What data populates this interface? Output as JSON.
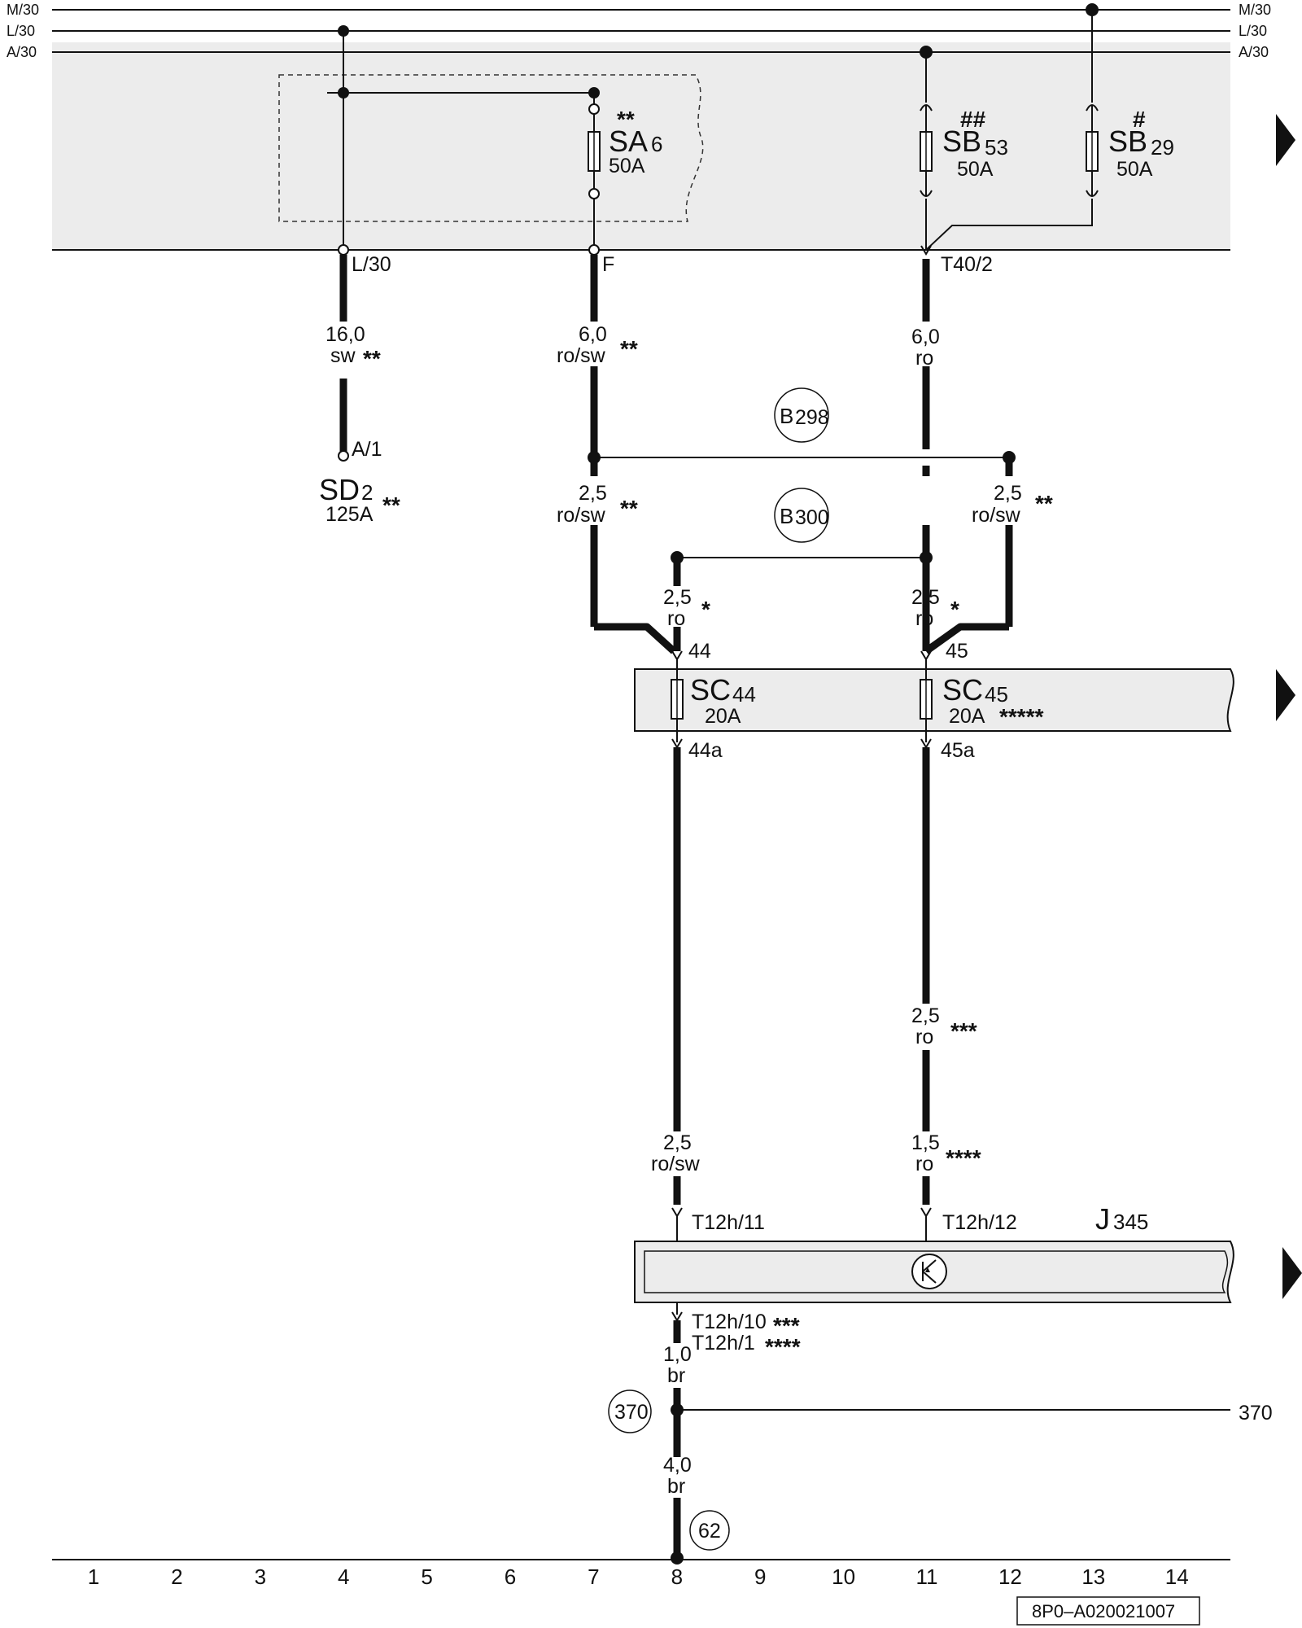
{
  "rails": {
    "m30": "M/30",
    "l30": "L/30",
    "a30": "A/30"
  },
  "fuses": {
    "sa6": {
      "code": "SA",
      "num": "6",
      "rating": "50A",
      "note": "**"
    },
    "sb53": {
      "code": "SB",
      "num": "53",
      "rating": "50A",
      "note": "##"
    },
    "sb29": {
      "code": "SB",
      "num": "29",
      "rating": "50A",
      "note": "#"
    },
    "sd2": {
      "code": "SD",
      "num": "2",
      "rating": "125A",
      "note": "**"
    },
    "sc44": {
      "code": "SC",
      "num": "44",
      "rating": "20A"
    },
    "sc45": {
      "code": "SC",
      "num": "45",
      "rating": "20A",
      "note": "*****"
    }
  },
  "pins": {
    "l30": "L/30",
    "f": "F",
    "t40_2": "T40/2",
    "a1": "A/1",
    "p44": "44",
    "p45": "45",
    "p44a": "44a",
    "p45a": "45a",
    "t12h_11": "T12h/11",
    "t12h_12": "T12h/12",
    "t12h_10": "T12h/10",
    "t12h_10_note": "***",
    "t12h_1": "T12h/1",
    "t12h_1_note": "****"
  },
  "wires": {
    "w1": {
      "size": "16,0",
      "color": "sw",
      "note": "**"
    },
    "w2": {
      "size": "6,0",
      "color": "ro/sw",
      "note": "**"
    },
    "w3": {
      "size": "6,0",
      "color": "ro"
    },
    "w4": {
      "size": "2,5",
      "color": "ro/sw",
      "note": "**"
    },
    "w5": {
      "size": "2,5",
      "color": "ro/sw",
      "note": "**"
    },
    "w6": {
      "size": "2,5",
      "color": "ro",
      "note": "*"
    },
    "w7": {
      "size": "2,5",
      "color": "ro",
      "note": "*"
    },
    "w8": {
      "size": "2,5",
      "color": "ro",
      "note": "***"
    },
    "w9": {
      "size": "2,5",
      "color": "ro/sw"
    },
    "w10": {
      "size": "1,5",
      "color": "ro",
      "note": "****"
    },
    "w11": {
      "size": "1,0",
      "color": "br"
    },
    "w12": {
      "size": "4,0",
      "color": "br"
    }
  },
  "connectors": {
    "b298_letter": "B",
    "b298_num": "298",
    "b300_letter": "B",
    "b300_num": "300"
  },
  "component": {
    "code": "J",
    "num": "345"
  },
  "grounds": {
    "g370": "370",
    "g370_ref": "370",
    "g62": "62"
  },
  "scale": [
    "1",
    "2",
    "3",
    "4",
    "5",
    "6",
    "7",
    "8",
    "9",
    "10",
    "11",
    "12",
    "13",
    "14"
  ],
  "drawing_code": "8P0–A020021007"
}
